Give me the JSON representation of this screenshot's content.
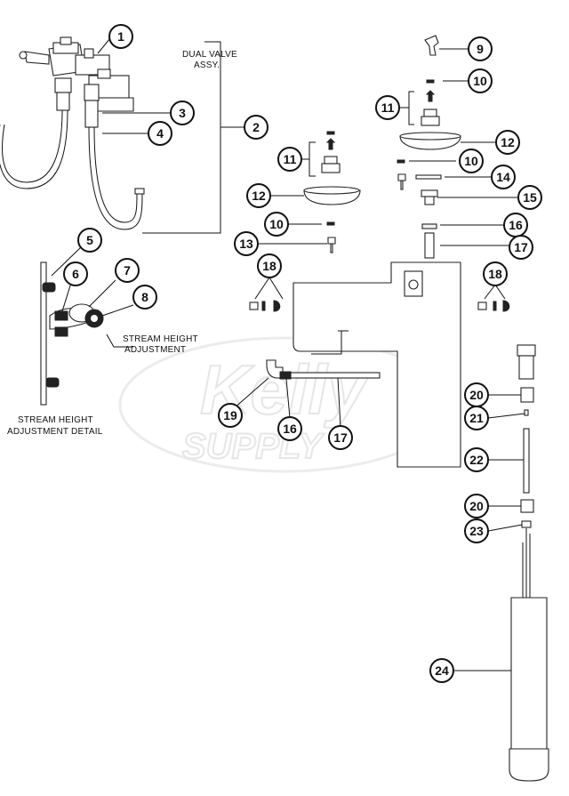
{
  "labels": {
    "dual_valve": [
      "DUAL VALVE",
      "ASSY."
    ],
    "stream_height_adj": [
      "STREAM HEIGHT",
      "ADJUSTMENT"
    ],
    "stream_height_detail": [
      "STREAM HEIGHT",
      "ADJUSTMENT DETAIL"
    ]
  },
  "callouts": [
    "1",
    "2",
    "3",
    "4",
    "5",
    "6",
    "7",
    "8",
    "9",
    "10",
    "10",
    "10",
    "11",
    "11",
    "12",
    "12",
    "13",
    "14",
    "15",
    "16",
    "16",
    "17",
    "17",
    "18",
    "18",
    "19",
    "20",
    "20",
    "21",
    "22",
    "23",
    "24"
  ],
  "watermark": [
    "Kelly",
    "SUPPLY"
  ]
}
